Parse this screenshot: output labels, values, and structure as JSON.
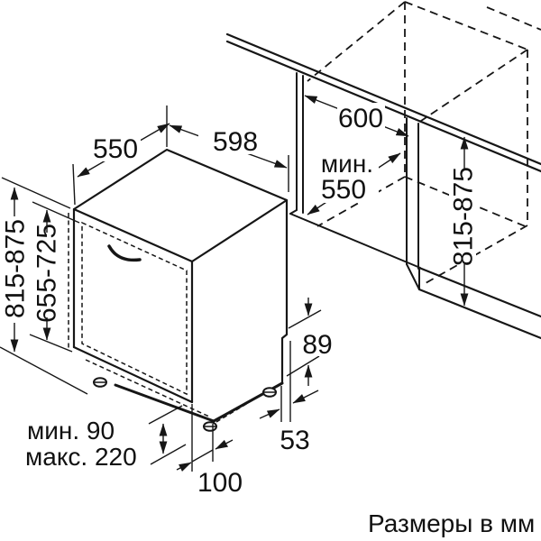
{
  "diagram": {
    "appliance_dims": {
      "depth": "550",
      "width": "598",
      "height_range": "815-875",
      "door_height_range": "655-725"
    },
    "niche_dims": {
      "width": "600",
      "depth_min_prefix": "мин.",
      "depth_min_value": "550",
      "height_range": "815-875"
    },
    "base_dims": {
      "rear_clearance": "89",
      "rear_foot_offset": "53",
      "front_foot_offset": "100",
      "plinth_min": "мин. 90",
      "plinth_max": "макс. 220"
    },
    "caption": "Размеры в мм"
  }
}
